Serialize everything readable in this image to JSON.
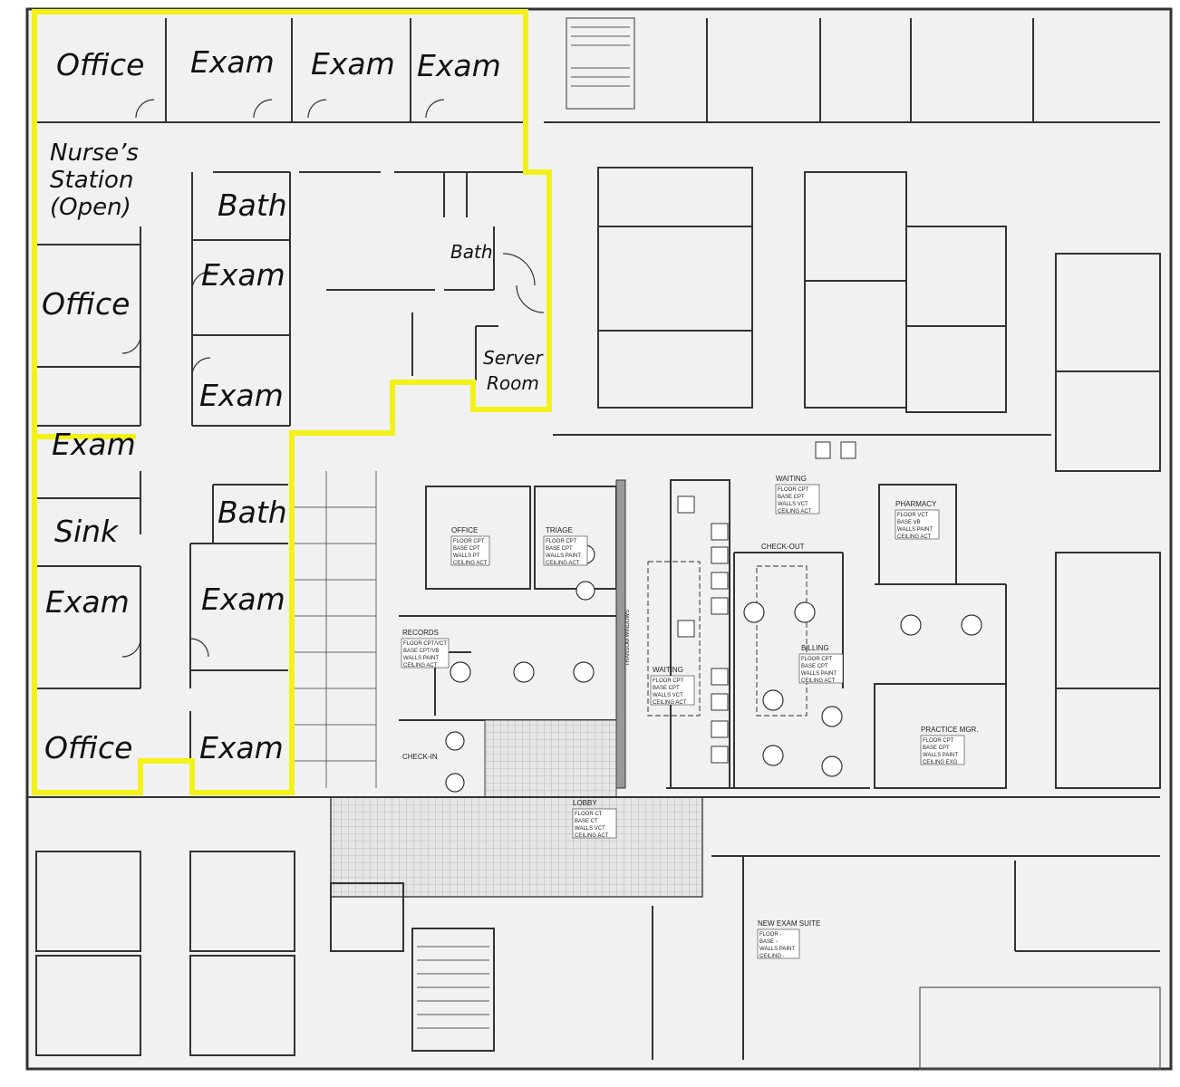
{
  "rooms_highlighted": [
    {
      "id": "office-1",
      "label": "Office"
    },
    {
      "id": "exam-1",
      "label": "Exam"
    },
    {
      "id": "exam-2",
      "label": "Exam"
    },
    {
      "id": "exam-3",
      "label": "Exam"
    },
    {
      "id": "nurses-station",
      "lines": [
        "Nurse’s",
        "Station",
        "(Open)"
      ]
    },
    {
      "id": "bath-1",
      "label": "Bath"
    },
    {
      "id": "bath-2",
      "label": "Bath"
    },
    {
      "id": "office-2",
      "label": "Office"
    },
    {
      "id": "exam-4",
      "label": "Exam"
    },
    {
      "id": "exam-5",
      "label": "Exam"
    },
    {
      "id": "server-room",
      "lines": [
        "Server",
        "Room"
      ]
    },
    {
      "id": "exam-6",
      "label": "Exam"
    },
    {
      "id": "sink",
      "label": "Sink"
    },
    {
      "id": "bath-3",
      "label": "Bath"
    },
    {
      "id": "exam-7",
      "label": "Exam"
    },
    {
      "id": "exam-8",
      "label": "Exam"
    },
    {
      "id": "office-3",
      "label": "Office"
    },
    {
      "id": "exam-9",
      "label": "Exam"
    }
  ],
  "plan_labels": {
    "office": "OFFICE",
    "triage": "TRIAGE",
    "records": "RECORDS",
    "check_in": "CHECK-IN",
    "lobby": "LOBBY",
    "waiting_1": "WAITING",
    "waiting_2": "WAITING",
    "check_out": "CHECK-OUT",
    "billing": "BILLING",
    "pharmacy": "PHARMACY",
    "practice_mgr": "PRACTICE MGR.",
    "new_exam_suite": "NEW EXAM SUITE",
    "transom": "TRANSOM WINDOWS"
  },
  "finish_tags": {
    "office": [
      "FLOOR   CPT",
      "BASE   CPT",
      "WALLS   PT",
      "CEILING   ACT"
    ],
    "triage": [
      "FLOOR   CPT",
      "BASE   CPT",
      "WALLS   PAINT",
      "CEILING   ACT"
    ],
    "records": [
      "FLOOR   CPT/VCT",
      "BASE   CPT/VB",
      "WALLS   PAINT",
      "CEILING   ACT"
    ],
    "lobby": [
      "FLOOR   CT",
      "BASE   CT",
      "WALLS   VCT",
      "CEILING   ACT"
    ],
    "waiting_1": [
      "FLOOR   CPT",
      "BASE   CPT",
      "WALLS   VCT",
      "CEILING   ACT"
    ],
    "waiting_2": [
      "FLOOR   CPT",
      "BASE   CPT",
      "WALLS   VCT",
      "CEILING   ACT"
    ],
    "billing": [
      "FLOOR   CPT",
      "BASE   CPT",
      "WALLS   PAINT",
      "CEILING   ACT"
    ],
    "pharmacy": [
      "FLOOR   VCT",
      "BASE   VB",
      "WALLS   PAINT",
      "CEILING   ACT"
    ],
    "practice_mgr": [
      "FLOOR   CPT",
      "BASE   CPT",
      "WALLS   PAINT",
      "CEILING   EXG"
    ],
    "new_exam_suite": [
      "FLOOR   -",
      "BASE   -",
      "WALLS   PAINT",
      "CEILING   -"
    ]
  },
  "colors": {
    "highlight": "#f2f21a",
    "walls": "#333333",
    "floor": "#efefef"
  }
}
